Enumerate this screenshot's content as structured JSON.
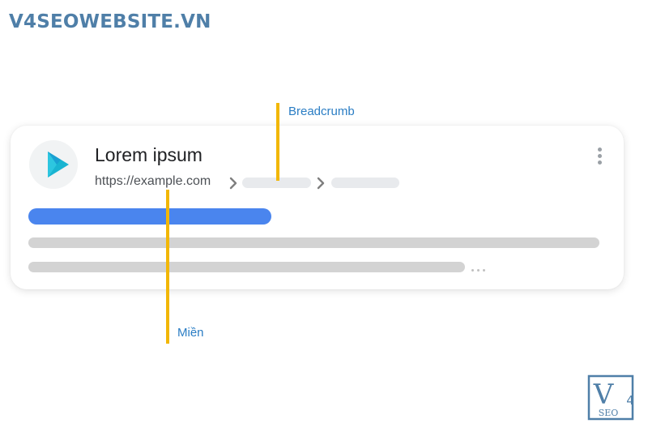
{
  "header": {
    "site_title": "V4SEOWEBSITE.VN"
  },
  "search_result": {
    "favicon": "play-triangle-icon",
    "title": "Lorem ipsum",
    "url": "https://example.com",
    "breadcrumb_separator": "chevron-right-icon",
    "breadcrumb_placeholder_count": 2,
    "menu_icon": "more-vert-icon"
  },
  "annotations": {
    "breadcrumb_label": "Breadcrumb",
    "domain_label": "Miền"
  },
  "logo": {
    "letter": "V",
    "superscript": "4",
    "subtext": "SEO"
  },
  "colors": {
    "site_title": "#4f7fa8",
    "accent_blue": "#4a85ee",
    "callout_line": "#f2b705",
    "callout_text": "#2a7dc4",
    "placeholder_gray": "#d3d3d3",
    "favicon_cyan": "#19b4d1"
  }
}
